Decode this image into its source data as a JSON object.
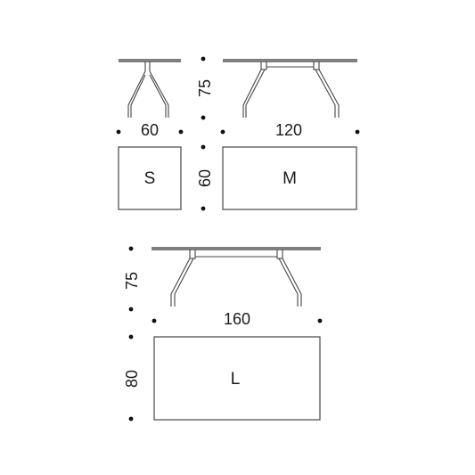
{
  "colors": {
    "line": "#333333",
    "dot": "#111111",
    "background": "#ffffff"
  },
  "tables": {
    "small": {
      "size_label": "S",
      "width": "60",
      "depth": "60",
      "height": "75"
    },
    "medium": {
      "size_label": "M",
      "width": "120",
      "depth": "60"
    },
    "large": {
      "size_label": "L",
      "width": "160",
      "depth": "80",
      "height": "75"
    }
  }
}
